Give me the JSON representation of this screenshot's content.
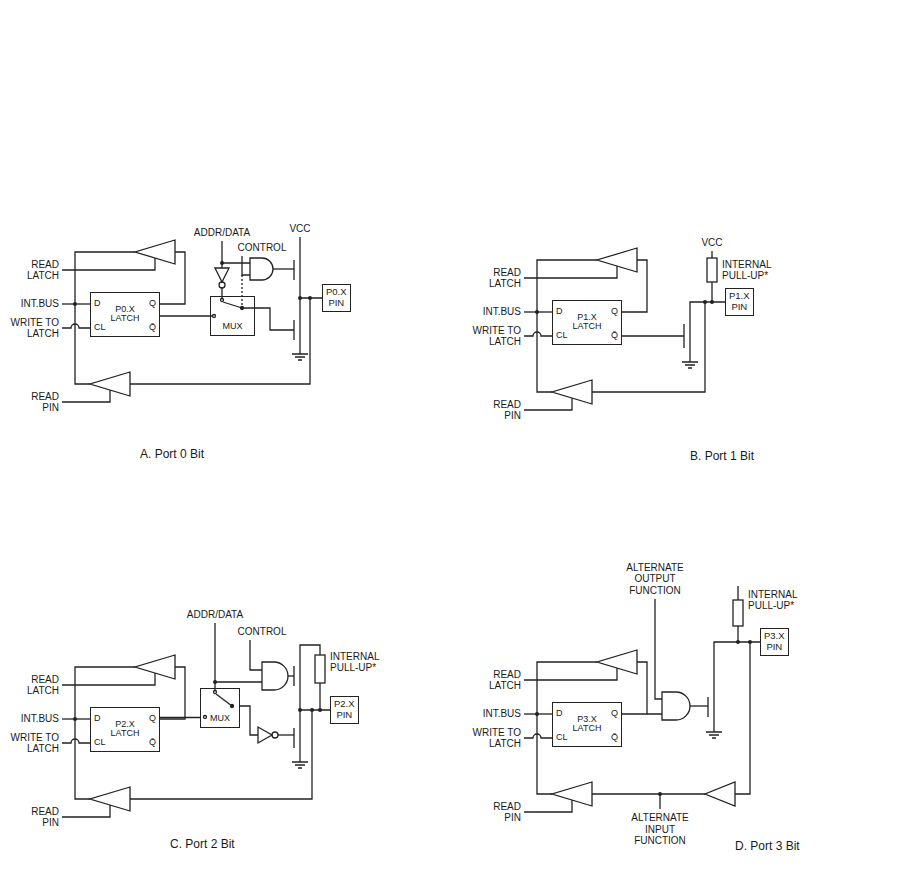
{
  "diagram": {
    "nodes": [
      {
        "text": [
          "D",
          "P0.X LATCH",
          "Q",
          "CL",
          "Q̄"
        ]
      },
      {
        "text": [
          "MUX"
        ]
      },
      {
        "text": [
          "P0.X PIN"
        ]
      },
      {
        "text": [
          "D",
          "P1.X LATCH",
          "Q",
          "CL",
          "Q̄"
        ]
      },
      {
        "text": [
          "P1.X PIN"
        ]
      },
      {
        "text": [
          "D",
          "P2.X LATCH",
          "Q",
          "CL",
          "Q̄"
        ]
      },
      {
        "text": [
          "MUX"
        ]
      },
      {
        "text": [
          "P2.X PIN"
        ]
      },
      {
        "text": [
          "D",
          "P3.X LATCH",
          "Q",
          "CL",
          "Q̄"
        ]
      },
      {
        "text": [
          "P3.X PIN"
        ]
      }
    ],
    "edges": [
      {
        "from": 0,
        "to": 1,
        "arrow": "none"
      },
      {
        "from": 5,
        "to": 6,
        "arrow": "none"
      }
    ],
    "labels": [
      "READ LATCH",
      "INT.BUS",
      "WRITE TO LATCH",
      "READ PIN",
      "ADDR/DATA",
      "CONTROL",
      "VCC",
      "A. Port 0 Bit",
      "READ LATCH",
      "INT.BUS",
      "WRITE TO LATCH",
      "READ PIN",
      "VCC",
      "INTERNAL PULL-UP*",
      "B. Port 1 Bit",
      "READ LATCH",
      "INT.BUS",
      "WRITE TO LATCH",
      "READ PIN",
      "ADDR/DATA",
      "CONTROL",
      "INTERNAL PULL-UP*",
      "C. Port 2 Bit",
      "READ LATCH",
      "INT.BUS",
      "WRITE TO LATCH",
      "READ PIN",
      "ALTERNATE OUTPUT FUNCTION",
      "INTERNAL PULL-UP*",
      "ALTERNATE INPUT FUNCTION",
      "D. Port 3 Bit"
    ]
  }
}
